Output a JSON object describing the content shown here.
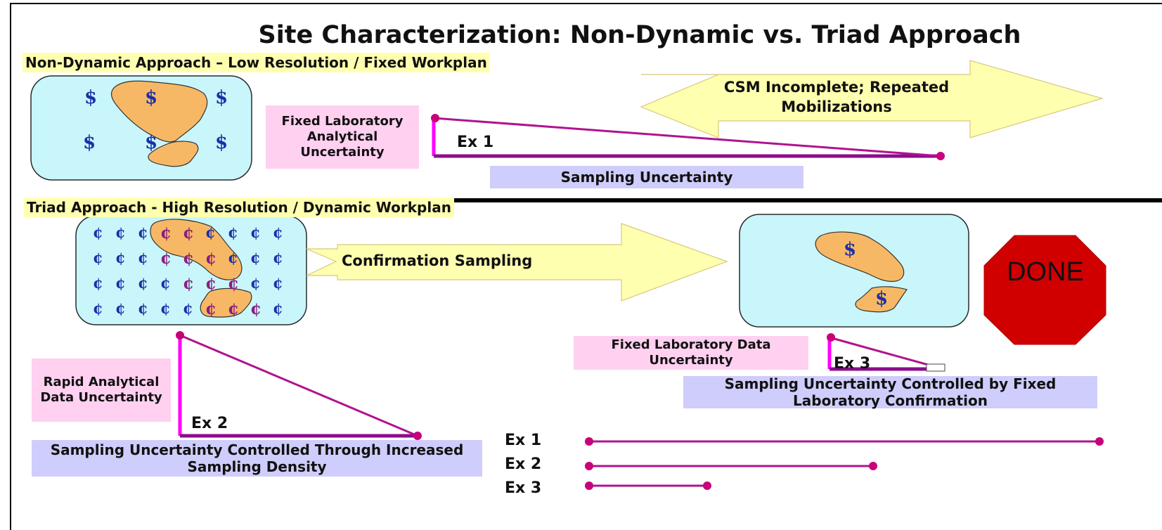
{
  "title": "Site Characterization:  Non-Dynamic vs. Triad Approach",
  "non_dynamic": {
    "band_label": "Non-Dynamic Approach – Low  Resolution / Fixed Workplan",
    "dollar_symbol": "$",
    "arrow_text": "CSM Incomplete; Repeated Mobilizations",
    "lab_uncertainty_label": "Fixed Laboratory Analytical Uncertainty",
    "example_label": "Ex 1",
    "sampling_label": "Sampling Uncertainty"
  },
  "triad": {
    "band_label": "Triad Approach - High Resolution / Dynamic Workplan",
    "cent_symbol": "¢",
    "arrow_text": "Confirmation Sampling",
    "confirm_dollar_symbol": "$",
    "done_label": "DONE",
    "rapid_label": "Rapid Analytical Data Uncertainty",
    "ex2_label": "Ex 2",
    "ex2_sampling_label": "Sampling Uncertainty Controlled Through Increased Sampling Density",
    "fixed_lab_label": "Fixed Laboratory Data Uncertainty",
    "ex3_label": "Ex 3",
    "ex3_sampling_label": "Sampling Uncertainty Controlled by Fixed Laboratory Confirmation"
  },
  "comparison": {
    "items": [
      {
        "label": "Ex 1"
      },
      {
        "label": "Ex 2"
      },
      {
        "label": "Ex 3"
      }
    ]
  },
  "colors": {
    "magenta": "#d200c8",
    "purple_line": "#b0138e",
    "map_water": "#c8f6fb",
    "contamination": "#f7b866",
    "arrow_fill": "#ffffb0",
    "stop_sign": "#d00000",
    "dollar_blue": "#1b2fa8"
  }
}
